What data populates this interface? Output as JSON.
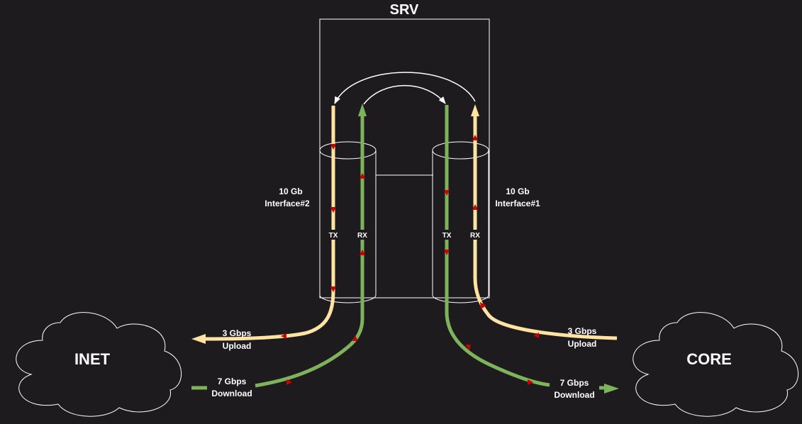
{
  "server": {
    "title": "SRV"
  },
  "interfaces": {
    "left": {
      "line1": "10 Gb",
      "line2": "Interface#2",
      "tx": "TX",
      "rx": "RX"
    },
    "right": {
      "line1": "10 Gb",
      "line2": "Interface#1",
      "tx": "TX",
      "rx": "RX"
    }
  },
  "clouds": {
    "left": "INET",
    "right": "CORE"
  },
  "flows": {
    "inet_upload": {
      "rate": "3 Gbps",
      "label": "Upload"
    },
    "inet_download": {
      "rate": "7 Gbps",
      "label": "Download"
    },
    "core_upload": {
      "rate": "3 Gbps",
      "label": "Upload"
    },
    "core_download": {
      "rate": "7 Gbps",
      "label": "Download"
    }
  },
  "colors": {
    "background": "#1e1b1f",
    "upload": "#ffe3a3",
    "download": "#7eb35c",
    "arrow_marker": "#cc0000",
    "outline": "#ffffff"
  }
}
